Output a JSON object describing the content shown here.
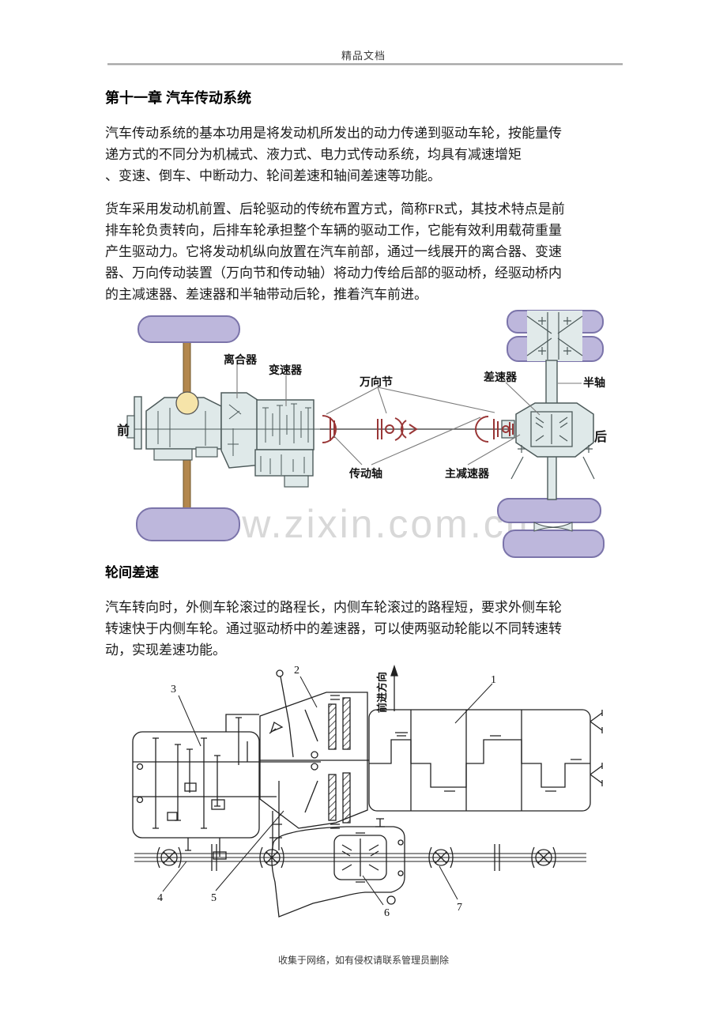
{
  "page": {
    "header": "精品文档",
    "footer": "收集于网络，如有侵权请联系管理员删除",
    "watermark": "www.zixin.com.cn"
  },
  "content": {
    "title": "第十一章 汽车传动系统",
    "para1": "汽车传动系统的基本功用是将发动机所发出的动力传递到驱动车轮，按能量传\n递方式的不同分为机械式、液力式、电力式传动系统，均具有减速增矩\n、变速、倒车、中断动力、轮间差速和轴间差速等功能。",
    "para2": "货车采用发动机前置、后轮驱动的传统布置方式，简称FR式，其技术特点是前\n排车轮负责转向，后排车轮承担整个车辆的驱动工作，它能有效利用载荷重量\n产生驱动力。它将发动机纵向放置在汽车前部，通过一线展开的离合器、变速\n器、万向传动装置（万向节和传动轴）将动力传给后部的驱动桥，经驱动桥内\n的主减速器、差速器和半轴带动后轮，推着汽车前进。",
    "heading2": "轮间差速",
    "para3": "汽车转向时，外侧车轮滚过的路程长，内侧车轮滚过的路程短，要求外侧车轮\n转速快于内侧车轮。通过驱动桥中的差速器，可以使两驱动轮能以不同转速转\n动，实现差速功能。"
  },
  "diagram1": {
    "labels": {
      "front": "前",
      "clutch": "离合器",
      "gearbox": "变速器",
      "ujoint": "万向节",
      "driveshaft": "传动轴",
      "final_drive": "主减速器",
      "differential": "差速器",
      "half_shaft": "半轴",
      "rear": "后"
    },
    "colors": {
      "wheel": "#bdb7dc",
      "wheel_border": "#7b74aa",
      "body": "#dfe9e9",
      "body_border": "#4d5a5a",
      "axle": "#b3874d",
      "joint_red": "#993636",
      "accent_circle": "#f6e4a9"
    }
  },
  "diagram2": {
    "direction_label": "前进方向",
    "numbers": [
      "1",
      "2",
      "3",
      "4",
      "5",
      "6",
      "7"
    ]
  }
}
